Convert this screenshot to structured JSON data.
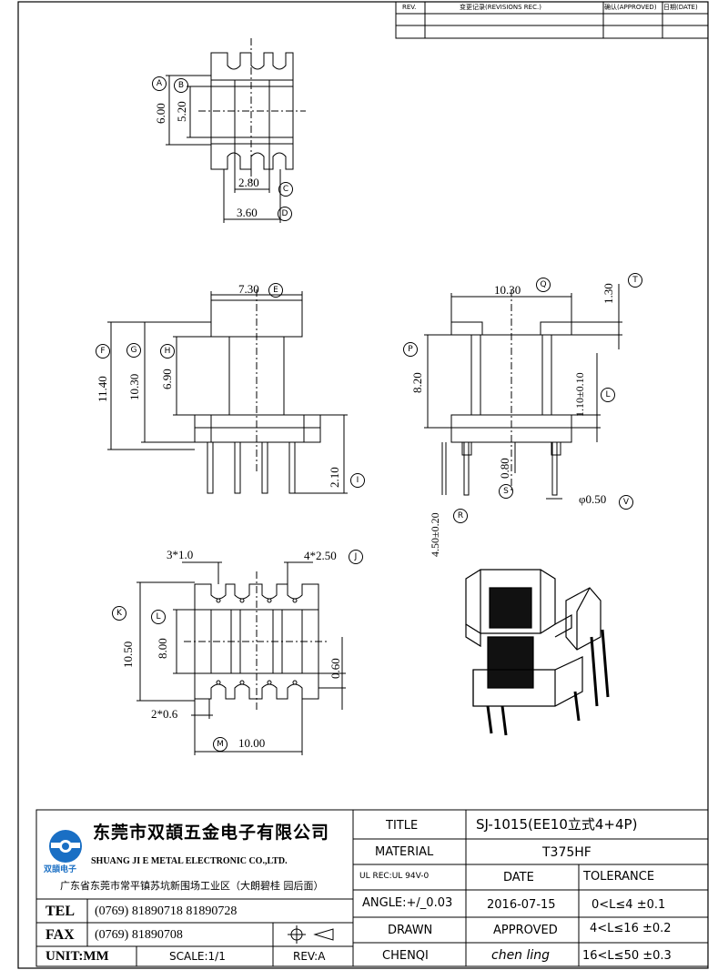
{
  "revision_table": {
    "headers": [
      "REV.",
      "变更记录(REVISIONS REC.)",
      "确认(APPROVED)",
      "日期(DATE)"
    ]
  },
  "dims": {
    "a": "6.00",
    "b": "5.20",
    "c": "2.80",
    "d": "3.60",
    "e": "7.30",
    "f": "11.40",
    "g": "10.30",
    "h": "6.90",
    "i": "2.10",
    "q": "10.30",
    "t": "1.30",
    "p": "8.20",
    "l1": "1.10±0.10",
    "s": "0.80",
    "r": "4.50±0.20",
    "v": "φ0.50",
    "j": "4*2.50",
    "pins_top": "3*1.0",
    "k": "10.50",
    "l2": "8.00",
    "gap": "0.60",
    "pins_bot": "2*0.6",
    "m": "10.00"
  },
  "labels": {
    "A": "A",
    "B": "B",
    "C": "C",
    "D": "D",
    "E": "E",
    "F": "F",
    "G": "G",
    "H": "H",
    "I": "I",
    "J": "J",
    "K": "K",
    "L": "L",
    "M": "M",
    "P": "P",
    "Q": "Q",
    "R": "R",
    "S": "S",
    "T": "T",
    "V": "V"
  },
  "company": {
    "name_cn": "东莞市双頡五金电子有限公司",
    "name_en": "SHUANG JI E METAL ELECTRONIC CO.,LTD.",
    "logo_text": "双頡电子",
    "address": "广东省东莞市常平镇苏坑新围场工业区（大朗碧桂  园后面）"
  },
  "contact": {
    "tel_label": "TEL",
    "tel_value": "(0769)  81890718  81890728",
    "fax_label": "FAX",
    "fax_value": "(0769)   81890708",
    "unit": "UNIT:MM",
    "scale": "SCALE:1/1",
    "rev": "REV:A"
  },
  "title_block": {
    "title_label": "TITLE",
    "title_value": "SJ-1015(EE10立式4+4P)",
    "material_label": "MATERIAL",
    "material_value": "T375HF",
    "ul_label": "UL REC:UL 94V-0",
    "date_label": "DATE",
    "tolerance_label": "TOLERANCE",
    "angle_label": "ANGLE:+/_0.03",
    "date_value": "2016-07-15",
    "tol1": "0<L≤4   ±0.1",
    "drawn_label": "DRAWN",
    "approved_label": "APPROVED",
    "tol2": "4<L≤16  ±0.2",
    "checked_label": "CHENQI",
    "approved_value": "chen ling",
    "tol3": "16<L≤50  ±0.3"
  }
}
